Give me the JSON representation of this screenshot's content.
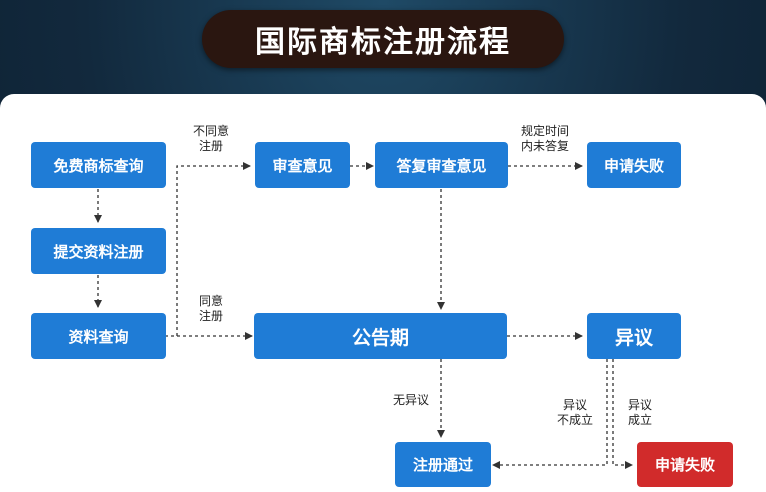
{
  "title": "国际商标注册流程",
  "nodes": {
    "free_search": "免费商标查询",
    "submit": "提交资料注册",
    "review": "资料查询",
    "exam_opinion": "审查意见",
    "reply": "答复审查意见",
    "fail_top": "申请失败",
    "announce": "公告期",
    "objection": "异议",
    "registered": "注册通过",
    "fail_bottom": "申请失败"
  },
  "labels": {
    "disagree": [
      "不同意",
      "注册"
    ],
    "agree": [
      "同意",
      "注册"
    ],
    "timeout": [
      "规定时间",
      "内未答复"
    ],
    "no_objection": "无异议",
    "objection_fail": [
      "异议",
      "不成立"
    ],
    "objection_ok": [
      "异议",
      "成立"
    ]
  },
  "colors": {
    "box_blue": "#1f7cd6",
    "box_red": "#d12b2b",
    "title_pill": "#2a1610",
    "arrow": "#333333"
  }
}
